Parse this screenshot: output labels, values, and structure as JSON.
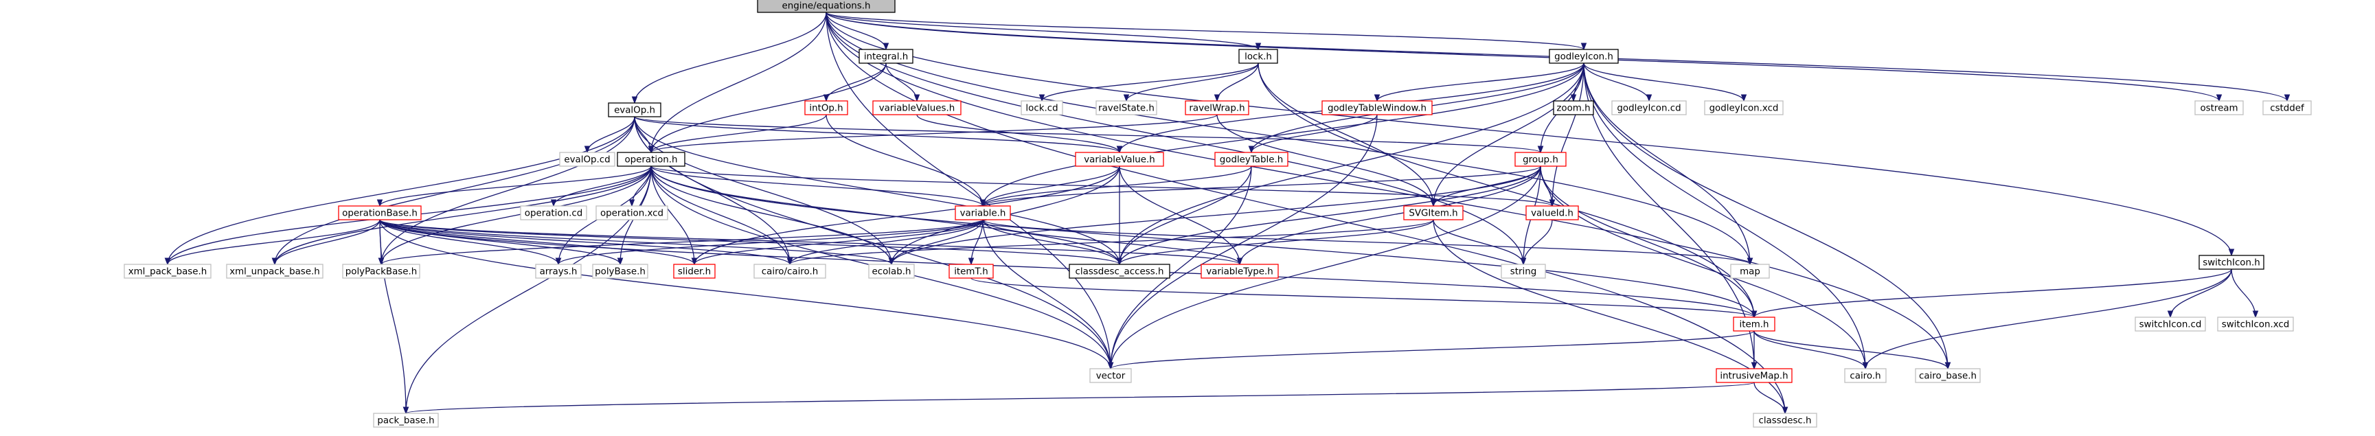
{
  "diagram": {
    "nodes": [
      {
        "id": "equations",
        "label": "engine/equations.h",
        "style": "root"
      },
      {
        "id": "evalOp",
        "label": "evalOp.h",
        "style": "black"
      },
      {
        "id": "integral",
        "label": "integral.h",
        "style": "black"
      },
      {
        "id": "lock",
        "label": "lock.h",
        "style": "black"
      },
      {
        "id": "godleyIcon",
        "label": "godleyIcon.h",
        "style": "black"
      },
      {
        "id": "switchIcon",
        "label": "switchIcon.h",
        "style": "black"
      },
      {
        "id": "operation",
        "label": "operation.h",
        "style": "black"
      },
      {
        "id": "intOp",
        "label": "intOp.h",
        "style": "red"
      },
      {
        "id": "variableValues",
        "label": "variableValues.h",
        "style": "red"
      },
      {
        "id": "lockcd",
        "label": "lock.cd",
        "style": "grey"
      },
      {
        "id": "ravelState",
        "label": "ravelState.h",
        "style": "grey"
      },
      {
        "id": "ravelWrap",
        "label": "ravelWrap.h",
        "style": "red"
      },
      {
        "id": "godleyTableWindow",
        "label": "godleyTableWindow.h",
        "style": "red"
      },
      {
        "id": "zoom",
        "label": "zoom.h",
        "style": "black"
      },
      {
        "id": "godleyIconcd",
        "label": "godleyIcon.cd",
        "style": "grey"
      },
      {
        "id": "godleyIconxcd",
        "label": "godleyIcon.xcd",
        "style": "grey"
      },
      {
        "id": "ostream",
        "label": "ostream",
        "style": "grey"
      },
      {
        "id": "cstddef",
        "label": "cstddef",
        "style": "grey"
      },
      {
        "id": "evalOpcd",
        "label": "evalOp.cd",
        "style": "grey"
      },
      {
        "id": "operationcd",
        "label": "operation.cd",
        "style": "grey"
      },
      {
        "id": "operationxcd",
        "label": "operation.xcd",
        "style": "grey"
      },
      {
        "id": "variableValue",
        "label": "variableValue.h",
        "style": "red"
      },
      {
        "id": "godleyTable",
        "label": "godleyTable.h",
        "style": "red"
      },
      {
        "id": "group",
        "label": "group.h",
        "style": "red"
      },
      {
        "id": "operationBase",
        "label": "operationBase.h",
        "style": "red"
      },
      {
        "id": "variable",
        "label": "variable.h",
        "style": "red"
      },
      {
        "id": "valueId",
        "label": "valueId.h",
        "style": "red"
      },
      {
        "id": "SVGItem",
        "label": "SVGItem.h",
        "style": "red"
      },
      {
        "id": "xml_pack_base",
        "label": "xml_pack_base.h",
        "style": "grey"
      },
      {
        "id": "xml_unpack_base",
        "label": "xml_unpack_base.h",
        "style": "grey"
      },
      {
        "id": "polyPackBase",
        "label": "polyPackBase.h",
        "style": "grey"
      },
      {
        "id": "arrays",
        "label": "arrays.h",
        "style": "grey"
      },
      {
        "id": "polyBase",
        "label": "polyBase.h",
        "style": "grey"
      },
      {
        "id": "slider",
        "label": "slider.h",
        "style": "red"
      },
      {
        "id": "cairocairo",
        "label": "cairo/cairo.h",
        "style": "grey"
      },
      {
        "id": "ecolab",
        "label": "ecolab.h",
        "style": "grey"
      },
      {
        "id": "itemT",
        "label": "itemT.h",
        "style": "red"
      },
      {
        "id": "classdesc_access",
        "label": "classdesc_access.h",
        "style": "black"
      },
      {
        "id": "variableType",
        "label": "variableType.h",
        "style": "red"
      },
      {
        "id": "string",
        "label": "string",
        "style": "grey"
      },
      {
        "id": "map",
        "label": "map",
        "style": "grey"
      },
      {
        "id": "switchIconcd",
        "label": "switchIcon.cd",
        "style": "grey"
      },
      {
        "id": "switchIconxcd",
        "label": "switchIcon.xcd",
        "style": "grey"
      },
      {
        "id": "item",
        "label": "item.h",
        "style": "red"
      },
      {
        "id": "intrusiveMap",
        "label": "intrusiveMap.h",
        "style": "red"
      },
      {
        "id": "vector",
        "label": "vector",
        "style": "grey"
      },
      {
        "id": "cairoh",
        "label": "cairo.h",
        "style": "grey"
      },
      {
        "id": "cairo_base",
        "label": "cairo_base.h",
        "style": "grey"
      },
      {
        "id": "pack_base",
        "label": "pack_base.h",
        "style": "grey"
      },
      {
        "id": "classdesc",
        "label": "classdesc.h",
        "style": "grey"
      }
    ],
    "edges": [
      [
        "equations",
        "evalOp"
      ],
      [
        "equations",
        "integral"
      ],
      [
        "equations",
        "lock"
      ],
      [
        "equations",
        "godleyIcon"
      ],
      [
        "equations",
        "switchIcon"
      ],
      [
        "equations",
        "ostream"
      ],
      [
        "equations",
        "cstddef"
      ],
      [
        "equations",
        "map"
      ],
      [
        "equations",
        "string"
      ],
      [
        "equations",
        "vector"
      ],
      [
        "equations",
        "classdesc"
      ],
      [
        "equations",
        "cairo_base"
      ],
      [
        "equations",
        "operation"
      ],
      [
        "integral",
        "intOp"
      ],
      [
        "integral",
        "variableValues"
      ],
      [
        "integral",
        "operation"
      ],
      [
        "intOp",
        "operation"
      ],
      [
        "intOp",
        "variable"
      ],
      [
        "variableValues",
        "variableValue"
      ],
      [
        "lock",
        "lockcd"
      ],
      [
        "lock",
        "ravelState"
      ],
      [
        "lock",
        "ravelWrap"
      ],
      [
        "lock",
        "item"
      ],
      [
        "lock",
        "SVGItem"
      ],
      [
        "ravelWrap",
        "operation"
      ],
      [
        "ravelWrap",
        "SVGItem"
      ],
      [
        "godleyIcon",
        "godleyTableWindow"
      ],
      [
        "godleyIcon",
        "zoom"
      ],
      [
        "godleyIcon",
        "godleyIconcd"
      ],
      [
        "godleyIcon",
        "godleyIconxcd"
      ],
      [
        "godleyIcon",
        "godleyTable"
      ],
      [
        "godleyIcon",
        "group"
      ],
      [
        "godleyIcon",
        "variable"
      ],
      [
        "godleyIcon",
        "valueId"
      ],
      [
        "godleyIcon",
        "SVGItem"
      ],
      [
        "godleyIcon",
        "cairoh"
      ],
      [
        "godleyIcon",
        "cairo_base"
      ],
      [
        "godleyIcon",
        "classdesc_access"
      ],
      [
        "godleyIcon",
        "intrusiveMap"
      ],
      [
        "godleyIcon",
        "map"
      ],
      [
        "godleyIcon",
        "variableValue"
      ],
      [
        "godleyTableWindow",
        "godleyTable"
      ],
      [
        "godleyTableWindow",
        "vector"
      ],
      [
        "godleyTable",
        "variable"
      ],
      [
        "godleyTable",
        "vector"
      ],
      [
        "godleyTable",
        "classdesc_access"
      ],
      [
        "evalOp",
        "evalOpcd"
      ],
      [
        "evalOp",
        "operation"
      ],
      [
        "evalOp",
        "variableValue"
      ],
      [
        "evalOp",
        "group"
      ],
      [
        "evalOp",
        "xml_pack_base"
      ],
      [
        "evalOp",
        "xml_unpack_base"
      ],
      [
        "evalOp",
        "polyPackBase"
      ],
      [
        "evalOp",
        "ecolab"
      ],
      [
        "evalOp",
        "cairocairo"
      ],
      [
        "evalOp",
        "classdesc_access"
      ],
      [
        "evalOp",
        "vector"
      ],
      [
        "operation",
        "operationcd"
      ],
      [
        "operation",
        "operationxcd"
      ],
      [
        "operation",
        "operationBase"
      ],
      [
        "operation",
        "variable"
      ],
      [
        "operation",
        "xml_pack_base"
      ],
      [
        "operation",
        "xml_unpack_base"
      ],
      [
        "operation",
        "polyPackBase"
      ],
      [
        "operation",
        "arrays"
      ],
      [
        "operation",
        "polyBase"
      ],
      [
        "operation",
        "slider"
      ],
      [
        "operation",
        "cairocairo"
      ],
      [
        "operation",
        "ecolab"
      ],
      [
        "operation",
        "classdesc_access"
      ],
      [
        "operation",
        "vector"
      ],
      [
        "operation",
        "pack_base"
      ],
      [
        "operation",
        "item"
      ],
      [
        "operation",
        "valueId"
      ],
      [
        "variableValue",
        "variable"
      ],
      [
        "variableValue",
        "classdesc_access"
      ],
      [
        "variableValue",
        "variableType"
      ],
      [
        "variableValue",
        "slider"
      ],
      [
        "variableValue",
        "ecolab"
      ],
      [
        "group",
        "variable"
      ],
      [
        "group",
        "SVGItem"
      ],
      [
        "group",
        "valueId"
      ],
      [
        "group",
        "string"
      ],
      [
        "group",
        "item"
      ],
      [
        "group",
        "cairoh"
      ],
      [
        "group",
        "vector"
      ],
      [
        "group",
        "ecolab"
      ],
      [
        "group",
        "classdesc_access"
      ],
      [
        "group",
        "variableType"
      ],
      [
        "operationBase",
        "xml_pack_base"
      ],
      [
        "operationBase",
        "xml_unpack_base"
      ],
      [
        "operationBase",
        "polyPackBase"
      ],
      [
        "operationBase",
        "arrays"
      ],
      [
        "operationBase",
        "polyBase"
      ],
      [
        "operationBase",
        "slider"
      ],
      [
        "operationBase",
        "cairocairo"
      ],
      [
        "operationBase",
        "ecolab"
      ],
      [
        "operationBase",
        "classdesc_access"
      ],
      [
        "operationBase",
        "variableType"
      ],
      [
        "operationBase",
        "vector"
      ],
      [
        "operationBase",
        "pack_base"
      ],
      [
        "operationBase",
        "item"
      ],
      [
        "variable",
        "slider"
      ],
      [
        "variable",
        "arrays"
      ],
      [
        "variable",
        "polyPackBase"
      ],
      [
        "variable",
        "cairocairo"
      ],
      [
        "variable",
        "ecolab"
      ],
      [
        "variable",
        "itemT"
      ],
      [
        "variable",
        "classdesc_access"
      ],
      [
        "variable",
        "variableType"
      ],
      [
        "variable",
        "vector"
      ],
      [
        "variable",
        "map"
      ],
      [
        "valueId",
        "string"
      ],
      [
        "SVGItem",
        "string"
      ],
      [
        "SVGItem",
        "cairocairo"
      ],
      [
        "SVGItem",
        "classdesc_access"
      ],
      [
        "SVGItem",
        "classdesc"
      ],
      [
        "itemT",
        "item"
      ],
      [
        "item",
        "intrusiveMap"
      ],
      [
        "item",
        "vector"
      ],
      [
        "item",
        "cairoh"
      ],
      [
        "item",
        "cairo_base"
      ],
      [
        "intrusiveMap",
        "pack_base"
      ],
      [
        "intrusiveMap",
        "classdesc"
      ],
      [
        "switchIcon",
        "item"
      ],
      [
        "switchIcon",
        "switchIconcd"
      ],
      [
        "switchIcon",
        "switchIconxcd"
      ],
      [
        "switchIcon",
        "cairoh"
      ]
    ]
  }
}
